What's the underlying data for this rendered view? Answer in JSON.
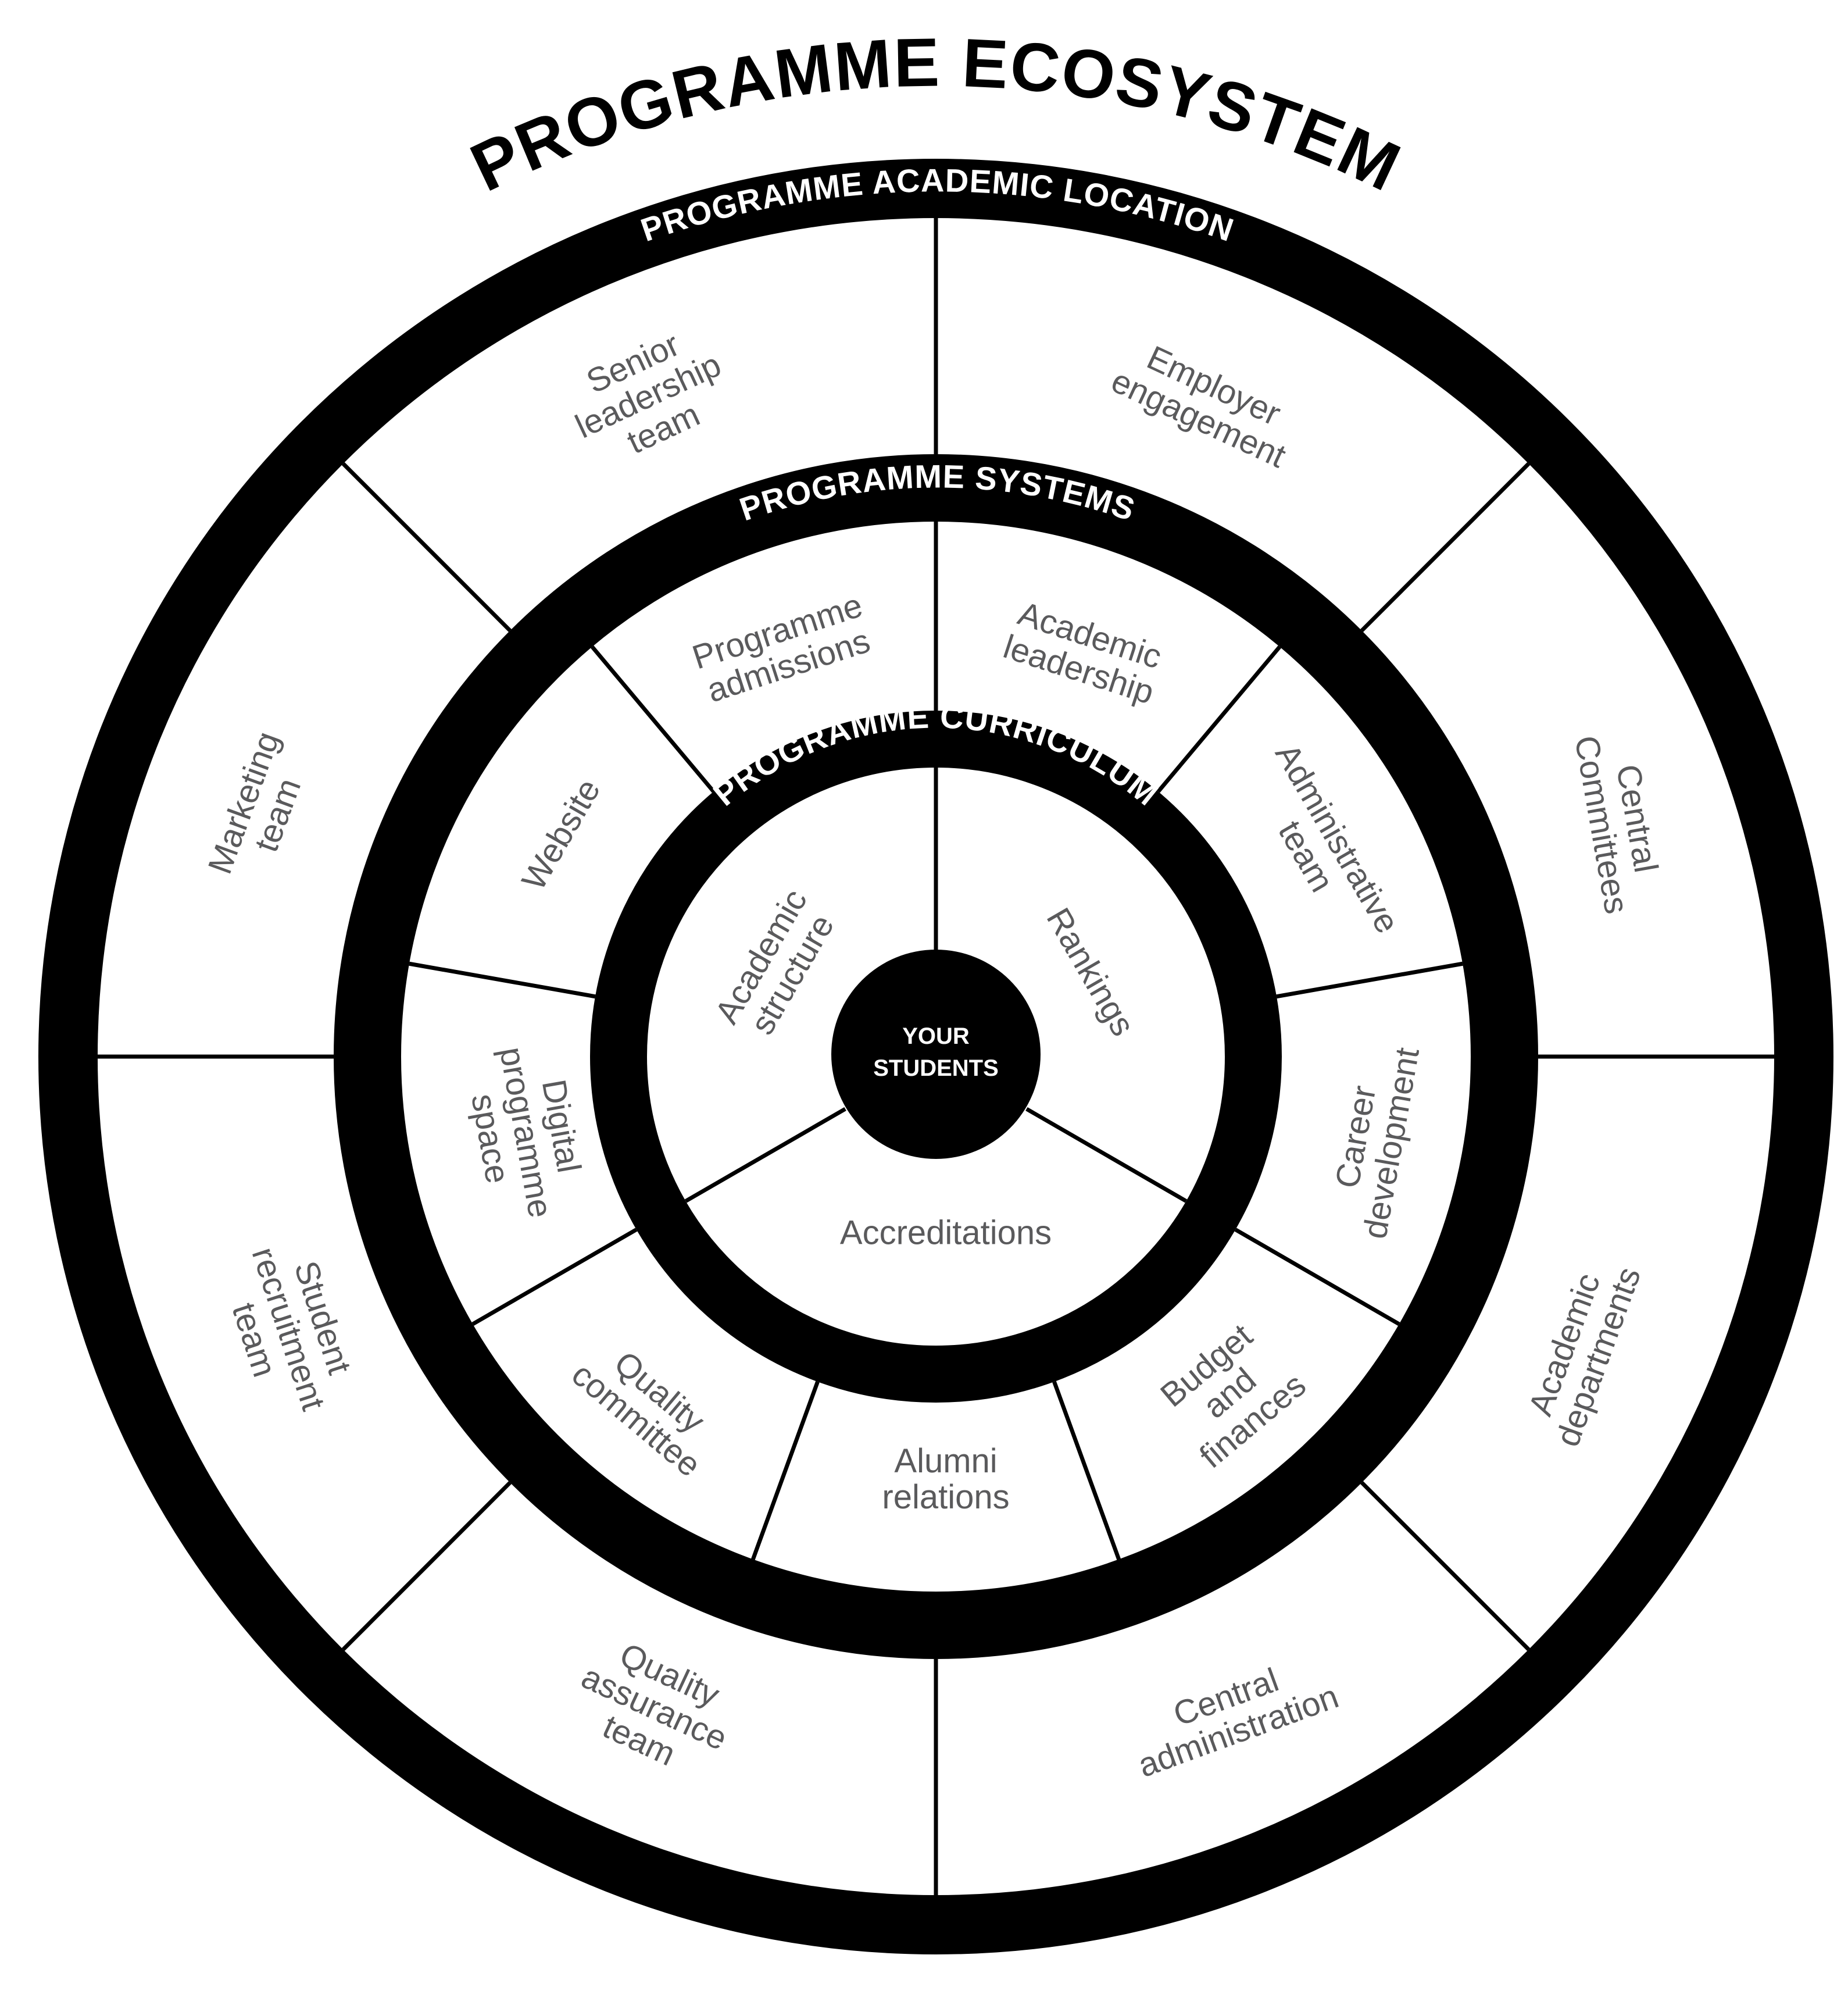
{
  "title": "PROGRAMME ECOSYSTEM",
  "colors": {
    "ring": "#000000",
    "divider": "#000000",
    "background": "#ffffff",
    "label_text": "#5a5a5c",
    "ring_title_text": "#ffffff"
  },
  "hub": {
    "lines": [
      "YOUR",
      "STUDENTS"
    ]
  },
  "rings": {
    "outer": {
      "title": "PROGRAMME ACADEMIC LOCATION",
      "segment_count": 8,
      "segments": [
        {
          "lines": [
            "Senior",
            "leadership",
            "team"
          ]
        },
        {
          "lines": [
            "Employer",
            "engagement"
          ]
        },
        {
          "lines": [
            "Central",
            "Committees"
          ]
        },
        {
          "lines": [
            "Academic",
            "departments"
          ]
        },
        {
          "lines": [
            "Central",
            "administration"
          ]
        },
        {
          "lines": [
            "Quality",
            "assurance",
            "team"
          ]
        },
        {
          "lines": [
            "Student",
            "recruitment",
            "team"
          ]
        },
        {
          "lines": [
            "Marketing",
            "team"
          ]
        }
      ]
    },
    "middle": {
      "title": "PROGRAMME SYSTEMS",
      "segment_count": 9,
      "segments": [
        {
          "lines": [
            "Programme",
            "admissions"
          ]
        },
        {
          "lines": [
            "Academic",
            "leadership"
          ]
        },
        {
          "lines": [
            "Administrative",
            "team"
          ]
        },
        {
          "lines": [
            "Career",
            "development"
          ]
        },
        {
          "lines": [
            "Budget",
            "and",
            "finances"
          ]
        },
        {
          "lines": [
            "Alumni",
            "relations"
          ]
        },
        {
          "lines": [
            "Quality",
            "committee"
          ]
        },
        {
          "lines": [
            "Digital",
            "programme",
            "space"
          ]
        },
        {
          "lines": [
            "Website"
          ]
        }
      ]
    },
    "inner": {
      "title": "PROGRAMME CURRICULUM",
      "segment_count": 3,
      "segments": [
        {
          "lines": [
            "Academic",
            "structure"
          ]
        },
        {
          "lines": [
            "Rankings"
          ]
        },
        {
          "lines": [
            "Accreditations"
          ]
        }
      ]
    }
  }
}
